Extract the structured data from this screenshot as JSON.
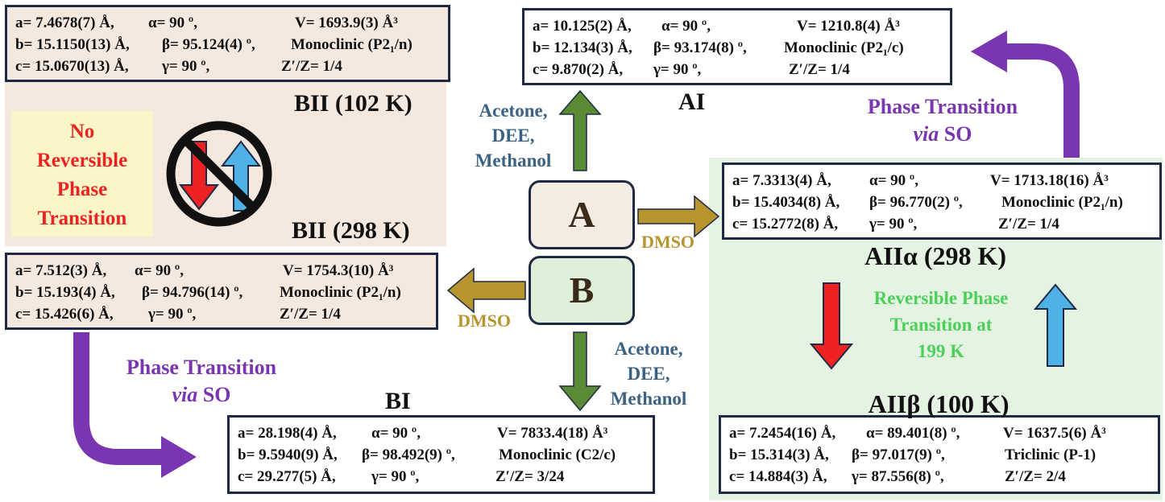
{
  "compounds": {
    "A": {
      "label": "A",
      "fill": "#f4ece3"
    },
    "B": {
      "label": "B",
      "fill": "#dff0da"
    }
  },
  "phases": {
    "BII_102": {
      "title": "BII (102 K)",
      "a": "a= 7.4678(7) Å,",
      "alpha": "α= 90 º,",
      "V": "V=  1693.9(3) Å³",
      "b": "b= 15.1150(13) Å,",
      "beta": "β= 95.124(4) º,",
      "system": "Monoclinic (P2₁/n)",
      "c": "c= 15.0670(13) Å,",
      "gamma": "γ= 90 º,",
      "Z": "Z′/Z= 1/4"
    },
    "BII_298": {
      "title": "BII (298 K)",
      "a": "a= 7.512(3) Å,",
      "alpha": "α= 90 º,",
      "V": "V=  1754.3(10) Å³",
      "b": "b= 15.193(4) Å,",
      "beta": "β= 94.796(14) º,",
      "system": "Monoclinic (P2₁/n)",
      "c": "c= 15.426(6) Å,",
      "gamma": "γ= 90 º,",
      "Z": "Z′/Z= 1/4"
    },
    "AI": {
      "title": "AI",
      "a": "a= 10.125(2) Å,",
      "alpha": "α= 90 º,",
      "V": "V=  1210.8(4) Å³",
      "b": "b= 12.134(3) Å,",
      "beta": "β= 93.174(8) º,",
      "system": "Monoclinic (P2₁/c)",
      "c": "c= 9.870(2) Å,",
      "gamma": "γ= 90 º,",
      "Z": "Z′/Z= 1/4"
    },
    "AIIa": {
      "title": "AIIα (298 K)",
      "a": "a= 7.3313(4) Å,",
      "alpha": "α= 90 º,",
      "V": "V=  1713.18(16) Å³",
      "b": "b= 15.4034(8) Å,",
      "beta": "β= 96.770(2) º,",
      "system": "Monoclinic (P2₁/n)",
      "c": "c= 15.2772(8) Å,",
      "gamma": "γ= 90 º,",
      "Z": "Z′/Z= 1/4"
    },
    "AIIb": {
      "title": "AIIβ (100 K)",
      "a": "a= 7.2454(16) Å,",
      "alpha": "α= 89.401(8) º,",
      "V": "V=  1637.5(6) Å³",
      "b": "b= 15.314(3) Å,",
      "beta": "β= 97.017(9) º,",
      "system": "Triclinic (P-1)",
      "c": "c= 14.884(3) Å,",
      "gamma": "γ= 87.556(8) º,",
      "Z": "Z′/Z= 2/4"
    },
    "BI": {
      "title": "BI",
      "a": "a= 28.198(4) Å,",
      "alpha": "α= 90 º,",
      "V": "V=  7833.4(18) Å³",
      "b": "b= 9.5940(9) Å,",
      "beta": "β= 98.492(9) º,",
      "system": "Monoclinic (C2/c)",
      "c": "c= 29.277(5) Å,",
      "gamma": "γ= 90 º,",
      "Z": "Z′/Z= 3/24"
    }
  },
  "labels": {
    "no_reversible": [
      "No",
      "Reversible",
      "Phase",
      "Transition"
    ],
    "solvents_up": [
      "Acetone,",
      "DEE,",
      "Methanol"
    ],
    "solvents_down": [
      "Acetone,",
      "DEE,",
      "Methanol"
    ],
    "dmso_right": "DMSO",
    "dmso_left": "DMSO",
    "pt_so_top_line1": "Phase Transition",
    "pt_so_top_line2_italic": "via",
    "pt_so_top_line2_rest": " SO",
    "pt_so_bottom_line1": "Phase Transition",
    "pt_so_bottom_line2_italic": "via",
    "pt_so_bottom_line2_rest": " SO",
    "reversible": [
      "Reversible Phase",
      "Transition at",
      "199 K"
    ]
  },
  "colors": {
    "box_border": "#1e2a44",
    "bii_region": "#f4e8df",
    "aii_region": "#e4f3e2",
    "no_rev_box": "#fbf6c8",
    "red_text": "#ee2222",
    "purple": "#7a35b0",
    "green_arrow": "#5a8a33",
    "gold_arrow": "#b8942e",
    "solvent_text": "#3b6282",
    "dmso_text": "#b8942e",
    "reversible_text": "#4cd05a",
    "red_arrow": "#ee2222",
    "blue_arrow": "#4fb2e6"
  }
}
